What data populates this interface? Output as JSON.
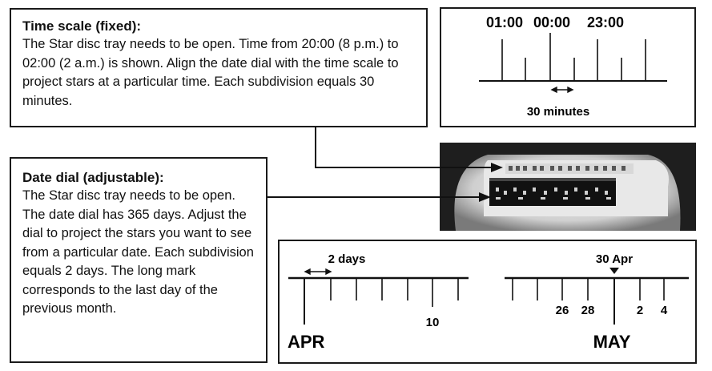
{
  "time_scale": {
    "heading": "Time scale (fixed):",
    "body": "The Star disc tray needs to be open. Time from 20:00 (8 p.m.) to 02:00 (2 a.m.) is shown. Align the date dial with the time scale to project stars at a particular time. Each subdivision equals 30 minutes.",
    "labels": [
      "01:00",
      "00:00",
      "23:00"
    ],
    "interval_label": "30 minutes"
  },
  "date_dial": {
    "heading": "Date dial (adjustable):",
    "body": "The Star disc tray needs to be open. The date dial has 365 days. Adjust the dial to project the stars you want to see from a particular date. Each subdivision equals 2 days. The long mark corresponds to the last day of the previous month.",
    "interval_label": "2 days",
    "left_month": "APR",
    "left_tick_label": "10",
    "right_month": "MAY",
    "pointer_label": "30 Apr",
    "right_tick_labels": [
      "26",
      "28",
      "2",
      "4"
    ]
  }
}
